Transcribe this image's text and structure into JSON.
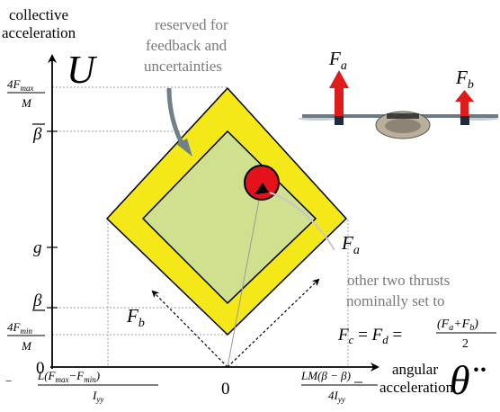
{
  "labels": {
    "y_axis_title_line1": "collective",
    "y_axis_title_line2": "acceleration",
    "y_axis_symbol": "U",
    "x_axis_title_line1": "angular",
    "x_axis_title_line2": "acceleration",
    "x_axis_symbol": "θ̈",
    "reserved_line1": "reserved for",
    "reserved_line2": "feedback and",
    "reserved_line3": "uncertainties",
    "thrusts_line1": "other two thrusts",
    "thrusts_line2": "nominally set to",
    "force_a": "F",
    "force_a_sub": "a",
    "force_b": "F",
    "force_b_sub": "b",
    "drone_force_a": "F",
    "drone_force_a_sub": "a",
    "drone_force_b": "F",
    "drone_force_b_sub": "b",
    "formula_lhs": "F",
    "formula_lhs_sub": "c",
    "formula_eq1": " = ",
    "formula_mid": "F",
    "formula_mid_sub": "d",
    "formula_eq2": " = ",
    "formula_num": "(F",
    "formula_num_a": "a",
    "formula_num_plus": "+F",
    "formula_num_b": "b",
    "formula_num_close": ")",
    "formula_den": "2"
  },
  "y_ticks": {
    "fmax_num": "4F",
    "fmax_num_sub": "max",
    "fmax_den": "M",
    "beta_bar": "β",
    "g": "g",
    "beta_under": "β",
    "fmin_num": "4F",
    "fmin_num_sub": "min",
    "fmin_den": "M",
    "origin": "0"
  },
  "x_ticks": {
    "left_prefix": "−",
    "left_num": "L(F",
    "left_num_max": "max",
    "left_num_mid": "−F",
    "left_num_min": "min",
    "left_num_close": ")",
    "left_den": "I",
    "left_den_sub": "yy",
    "zero": "0",
    "right_num": "LM(β − β)",
    "right_den": "4I",
    "right_den_sub": "yy"
  },
  "colors": {
    "outer_diamond": "#f5e818",
    "inner_diamond": "#cfe08f",
    "circle": "#e4131b",
    "arrow_gray": "#6f8088",
    "thrust_arrow": "#e01b1b"
  }
}
